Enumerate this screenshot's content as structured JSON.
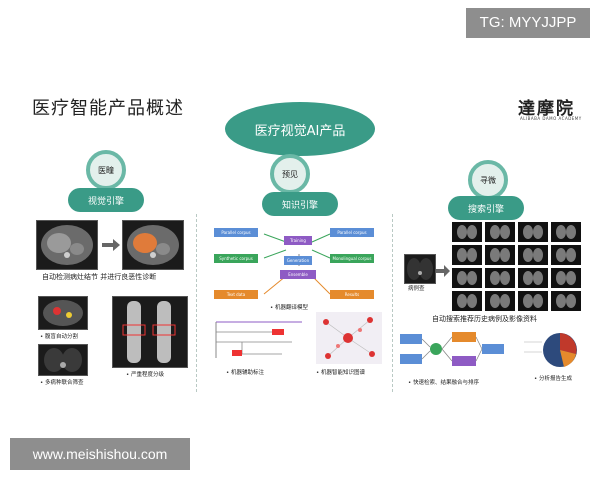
{
  "watermark_tag": "TG: MYYJJPP",
  "page_title": "医疗智能产品概述",
  "logo": "達摩院",
  "logo_sub": "ALIBABA DAMO ACADEMY",
  "central_bubble": "医疗视觉AI产品",
  "sections": {
    "left": {
      "ring_label": "医疃",
      "pill_label": "视觉引擎"
    },
    "middle": {
      "ring_label": "预见",
      "pill_label": "知识引擎"
    },
    "right": {
      "ring_label": "寻微",
      "pill_label": "搜索引擎"
    }
  },
  "left_content": {
    "caption_main": "自动检测病灶结节 并进行良恶性诊断",
    "caption_a": "• 腹盲自动分割",
    "caption_b": "• 严重程度分级",
    "caption_c": "• 多病种联合筛查"
  },
  "middle_content": {
    "diagram_labels": {
      "parallel_corpus_1": "Parallel corpus",
      "training": "Training",
      "parallel_corpus_2": "Parallel corpus",
      "synthetic_corpus": "Synthetic corpus",
      "generation": "Generation",
      "monolingual": "Monolingual corpus",
      "text_data": "Text data",
      "results": "Results",
      "center_box": "Ensemble"
    },
    "caption_translation": "• 机器翻译模型",
    "caption_annotation": "• 机器辅助标注",
    "caption_knowledge": "• 机器智能知识图谱"
  },
  "right_content": {
    "query_label": "病例查",
    "caption_main": "自动搜索推荐历史病例及影像资料",
    "caption_fusion": "• 快速检索、结果融合与排序",
    "caption_report": "• 分析报告生成"
  },
  "colors": {
    "accent_green": "#3a9b87",
    "ring_green": "#6ab8a6",
    "flow_blue": "#5b8ed6",
    "flow_green": "#3aa55b",
    "flow_orange": "#e58a2c",
    "flow_purple": "#8e5bc4"
  },
  "footer_watermark": "www.meishishou.com"
}
